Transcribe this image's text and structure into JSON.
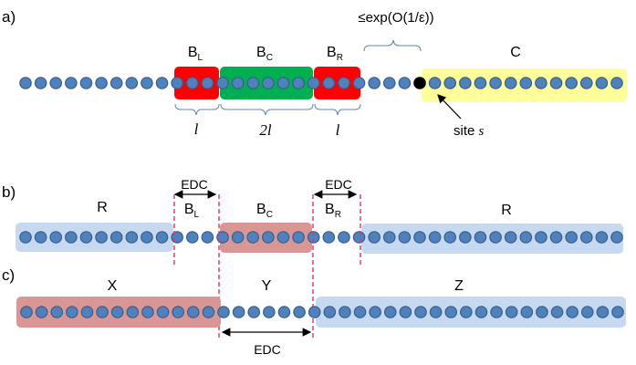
{
  "panel_a": {
    "label": "a)",
    "region_labels": {
      "BL": "B",
      "BL_sub": "L",
      "BC": "B",
      "BC_sub": "C",
      "BR": "B",
      "BR_sub": "R",
      "C": "C"
    },
    "distance_label": "≤exp(O(1/ε))",
    "widths": {
      "BL": "l",
      "BC": "2l",
      "BR": "l"
    },
    "site_label": "site",
    "site_symbol": "s"
  },
  "panel_b": {
    "label": "b)",
    "region_labels": {
      "R_left": "R",
      "BL": "B",
      "BL_sub": "L",
      "BC": "B",
      "BC_sub": "C",
      "BR": "B",
      "BR_sub": "R",
      "R_right": "R"
    },
    "edc_left": "EDC",
    "edc_right": "EDC"
  },
  "panel_c": {
    "label": "c)",
    "region_labels": {
      "X": "X",
      "Y": "Y",
      "Z": "Z"
    },
    "edc": "EDC"
  },
  "colors": {
    "site": "#4f81bd",
    "site_stroke": "#385d8a",
    "special_site": "#000000",
    "red": "#ff0000",
    "green": "#00b050",
    "yellow": "#ffff99",
    "blue": "#c6d9f1",
    "pink": "#d99694",
    "dashed": "#e8306a"
  }
}
